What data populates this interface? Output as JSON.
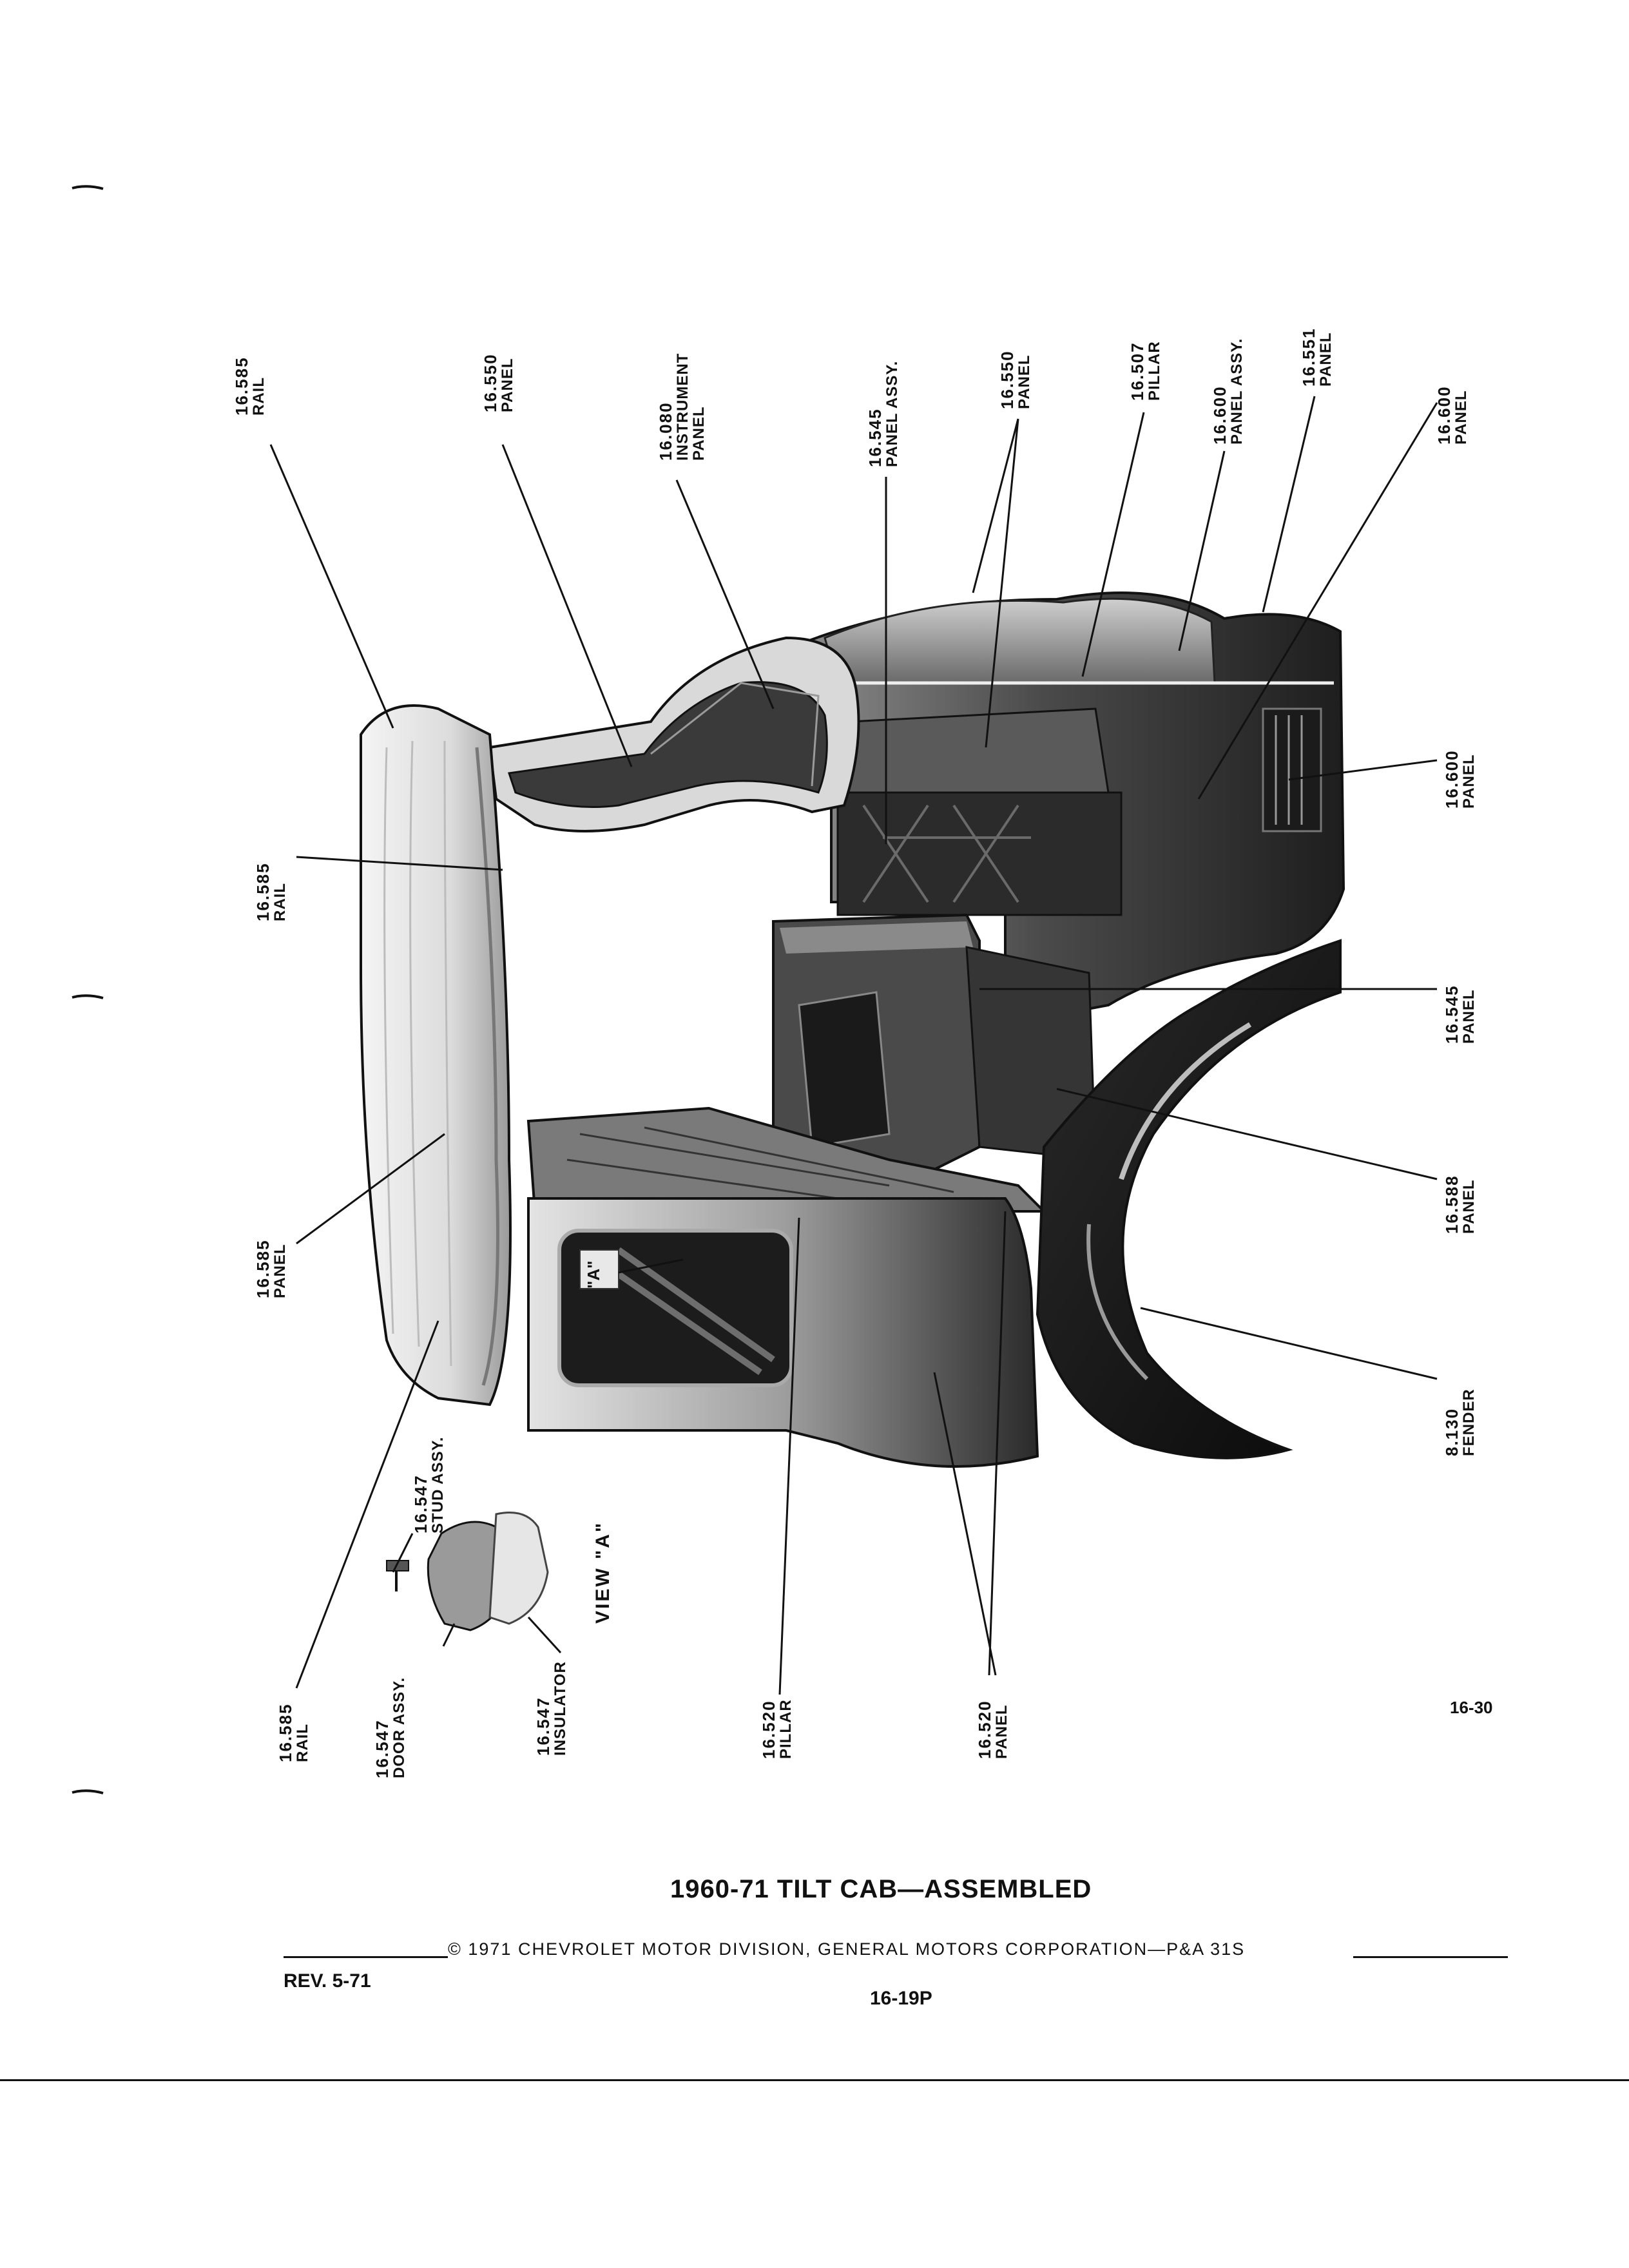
{
  "document": {
    "title": "1960-71 TILT CAB—ASSEMBLED",
    "copyright": "© 1971 CHEVROLET MOTOR DIVISION, GENERAL MOTORS CORPORATION—P&A 31S",
    "revision": "REV. 5-71",
    "page_code": "16-19P",
    "figure_number": "16-30",
    "view_label": "VIEW \"A\"",
    "view_callout": "\"A\""
  },
  "callouts": {
    "top": [
      {
        "num": "16.585",
        "name": "RAIL"
      },
      {
        "num": "16.550",
        "name": "PANEL"
      },
      {
        "num": "16.080",
        "name": "INSTRUMENT",
        "name2": "PANEL"
      },
      {
        "num": "16.545",
        "name": "PANEL ASSY."
      },
      {
        "num": "16.550",
        "name": "PANEL"
      },
      {
        "num": "16.507",
        "name": "PILLAR"
      },
      {
        "num": "16.600",
        "name": "PANEL ASSY."
      },
      {
        "num": "16.551",
        "name": "PANEL"
      },
      {
        "num": "16.600",
        "name": "PANEL"
      }
    ],
    "left": [
      {
        "num": "16.585",
        "name": "RAIL"
      },
      {
        "num": "16.585",
        "name": "PANEL"
      }
    ],
    "right": [
      {
        "num": "16.600",
        "name": "PANEL"
      },
      {
        "num": "16.545",
        "name": "PANEL"
      },
      {
        "num": "16.588",
        "name": "PANEL"
      },
      {
        "num": "8.130",
        "name": "FENDER"
      }
    ],
    "bottom": [
      {
        "num": "16.585",
        "name": "RAIL"
      },
      {
        "num": "16.547",
        "name": "DOOR ASSY."
      },
      {
        "num": "16.547",
        "name": "STUD ASSY."
      },
      {
        "num": "16.547",
        "name": "INSULATOR"
      },
      {
        "num": "16.520",
        "name": "PILLAR"
      },
      {
        "num": "16.520",
        "name": "PANEL"
      }
    ]
  }
}
